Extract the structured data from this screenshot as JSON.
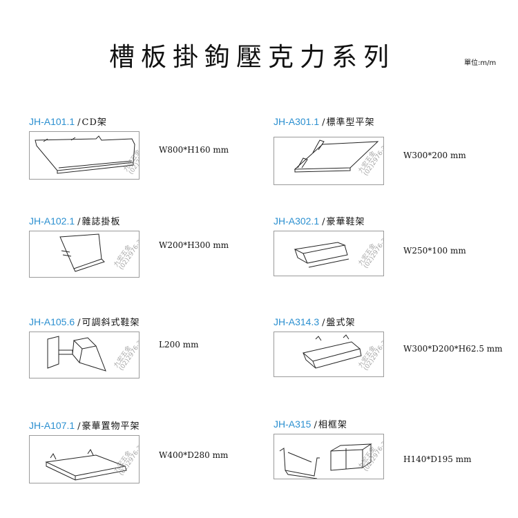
{
  "title": "槽板掛鉤壓克力系列",
  "unit": "單位:m/m",
  "separator": "/",
  "watermark": "九宏五金",
  "watermark_phone": "(02)2976-3797",
  "items": [
    {
      "code": "JH-A101.1",
      "name": "CD架",
      "dim": "W800*H160 mm"
    },
    {
      "code": "JH-A301.1",
      "name": "標準型平架",
      "dim": "W300*200 mm"
    },
    {
      "code": "JH-A102.1",
      "name": "雜誌掛板",
      "dim": "W200*H300 mm"
    },
    {
      "code": "JH-A302.1",
      "name": "豪華鞋架",
      "dim": "W250*100 mm"
    },
    {
      "code": "JH-A105.6",
      "name": "可調斜式鞋架",
      "dim": "L200 mm"
    },
    {
      "code": "JH-A314.3",
      "name": "盤式架",
      "dim": "W300*D200*H62.5 mm"
    },
    {
      "code": "JH-A107.1",
      "name": "豪華置物平架",
      "dim": "W400*D280 mm"
    },
    {
      "code": "JH-A315",
      "name": "相框架",
      "dim": "H140*D195 mm"
    }
  ]
}
